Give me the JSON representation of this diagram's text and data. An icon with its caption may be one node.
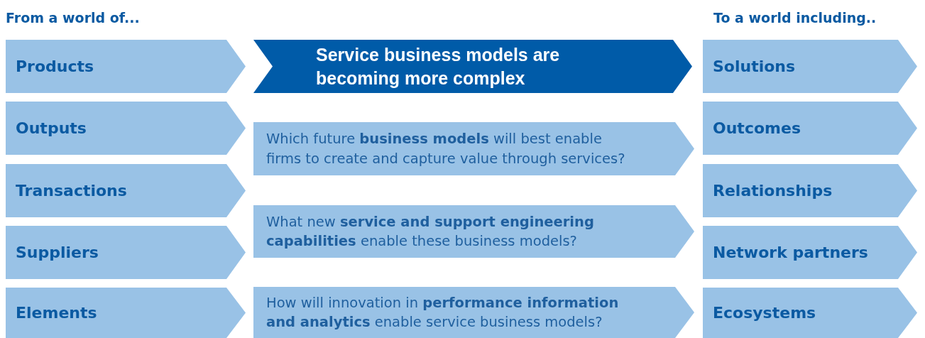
{
  "diagram": {
    "nodes": [
      {
        "text": [
          "Products"
        ]
      },
      {
        "text": [
          "Outputs"
        ]
      },
      {
        "text": [
          "Transactions"
        ]
      },
      {
        "text": [
          "Suppliers"
        ]
      },
      {
        "text": [
          "Elements"
        ]
      },
      {
        "text": [
          "Service business models are becoming more complex"
        ]
      },
      {
        "text": [
          "Which future **business models** will best enable firms to create and capture value through services?"
        ]
      },
      {
        "text": [
          "What new **service and support engineering capabilities** enable these business models?"
        ]
      },
      {
        "text": [
          "How will innovation in **performance information and analytics** enable service business models?"
        ]
      },
      {
        "text": [
          "Solutions"
        ]
      },
      {
        "text": [
          "Outcomes"
        ]
      },
      {
        "text": [
          "Relationships"
        ]
      },
      {
        "text": [
          "Network partners"
        ]
      },
      {
        "text": [
          "Ecosystems"
        ]
      }
    ],
    "edges": [],
    "labels": [
      "From a world of...",
      "To a world including.."
    ]
  }
}
